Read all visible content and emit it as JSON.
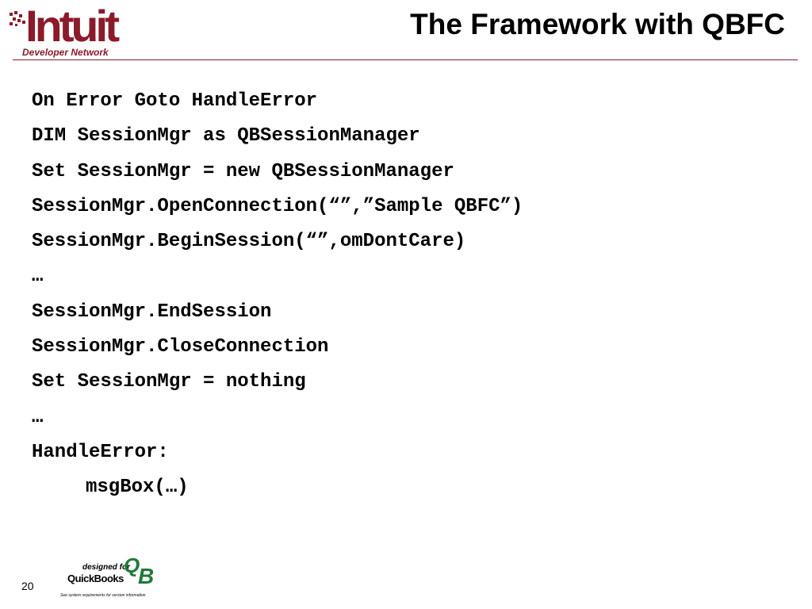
{
  "header": {
    "logo_text": "Intuit",
    "logo_subtitle": "Developer Network",
    "title": "The Framework with QBFC",
    "brand_color": "#8b1a2b",
    "logo_icon": "intuit-logo"
  },
  "code_lines": [
    "On Error Goto HandleError",
    "DIM SessionMgr as QBSessionManager",
    "Set SessionMgr = new QBSessionManager",
    "SessionMgr.OpenConnection(“”,”Sample QBFC”)",
    "SessionMgr.BeginSession(“”,omDontCare)",
    "…",
    "SessionMgr.EndSession",
    "SessionMgr.CloseConnection",
    "Set SessionMgr = nothing",
    "…",
    "HandleError:",
    "msgBox(…)"
  ],
  "footer": {
    "page_number": "20",
    "badge": {
      "designed_for": "designed for",
      "brand": "QuickBooks",
      "note": "See system requirements for version information",
      "mark_text": "QB",
      "mark_color": "#1f7a3a",
      "icon": "quickbooks-logo"
    }
  }
}
